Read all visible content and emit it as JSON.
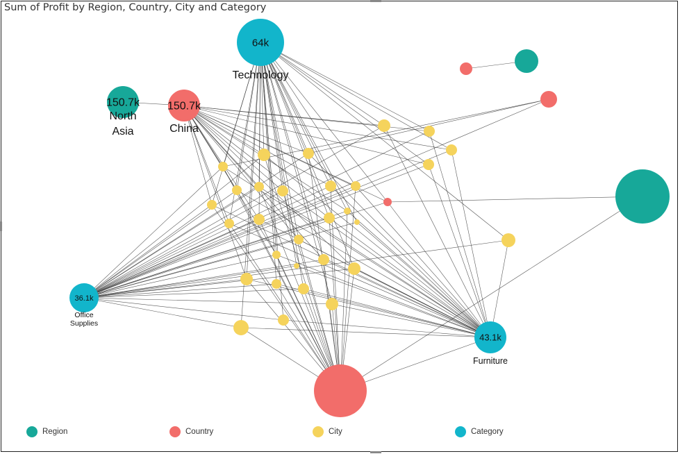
{
  "title": "Sum of Profit by Region, Country, City and Category",
  "colors": {
    "region": "#17a899",
    "country": "#f26d6a",
    "city": "#f5d35c",
    "category": "#12b5cb",
    "edge": "#3a3a3a"
  },
  "legend": [
    {
      "label": "Region",
      "type": "region"
    },
    {
      "label": "Country",
      "type": "country"
    },
    {
      "label": "City",
      "type": "city"
    },
    {
      "label": "Category",
      "type": "category"
    }
  ],
  "nodes": [
    {
      "id": "technology",
      "type": "category",
      "value": "64k",
      "label": "Technology"
    },
    {
      "id": "office-supplies",
      "type": "category",
      "value": "36.1k",
      "label": "Office\nSupplies"
    },
    {
      "id": "furniture",
      "type": "category",
      "value": "43.1k",
      "label": "Furniture"
    },
    {
      "id": "north-asia",
      "type": "region",
      "value": "150.7k",
      "label": "North\nAsia"
    },
    {
      "id": "china",
      "type": "country",
      "value": "150.7k",
      "label": "China"
    },
    {
      "id": "region-right-small",
      "type": "region",
      "value": "",
      "label": ""
    },
    {
      "id": "region-right-large",
      "type": "region",
      "value": "",
      "label": ""
    },
    {
      "id": "country-top",
      "type": "country",
      "value": "",
      "label": ""
    },
    {
      "id": "country-right",
      "type": "country",
      "value": "",
      "label": ""
    },
    {
      "id": "country-mid",
      "type": "country",
      "value": "",
      "label": ""
    },
    {
      "id": "country-bottom",
      "type": "country",
      "value": "",
      "label": ""
    },
    {
      "id": "c1",
      "type": "city"
    },
    {
      "id": "c2",
      "type": "city"
    },
    {
      "id": "c3",
      "type": "city"
    },
    {
      "id": "c4",
      "type": "city"
    },
    {
      "id": "c5",
      "type": "city"
    },
    {
      "id": "c6",
      "type": "city"
    },
    {
      "id": "c7",
      "type": "city"
    },
    {
      "id": "c8",
      "type": "city"
    },
    {
      "id": "c9",
      "type": "city"
    },
    {
      "id": "c10",
      "type": "city"
    },
    {
      "id": "c11",
      "type": "city"
    },
    {
      "id": "c12",
      "type": "city"
    },
    {
      "id": "c13",
      "type": "city"
    },
    {
      "id": "c14",
      "type": "city"
    },
    {
      "id": "c15",
      "type": "city"
    },
    {
      "id": "c16",
      "type": "city"
    },
    {
      "id": "c17",
      "type": "city"
    },
    {
      "id": "c18",
      "type": "city"
    },
    {
      "id": "c19",
      "type": "city"
    },
    {
      "id": "c20",
      "type": "city"
    },
    {
      "id": "c21",
      "type": "city"
    },
    {
      "id": "c22",
      "type": "city"
    },
    {
      "id": "c23",
      "type": "city"
    },
    {
      "id": "c24",
      "type": "city"
    },
    {
      "id": "c25",
      "type": "city"
    },
    {
      "id": "c26",
      "type": "city"
    },
    {
      "id": "c27",
      "type": "city"
    },
    {
      "id": "c28",
      "type": "city"
    },
    {
      "id": "c29",
      "type": "city"
    },
    {
      "id": "c30",
      "type": "city"
    }
  ],
  "edges": [
    [
      "north-asia",
      "china"
    ],
    [
      "country-top",
      "region-right-small"
    ],
    [
      "country-right",
      "c6"
    ],
    [
      "country-right",
      "c7"
    ],
    [
      "country-mid",
      "region-right-large"
    ],
    [
      "country-bottom",
      "region-right-large"
    ],
    [
      "country-bottom",
      "furniture"
    ]
  ]
}
